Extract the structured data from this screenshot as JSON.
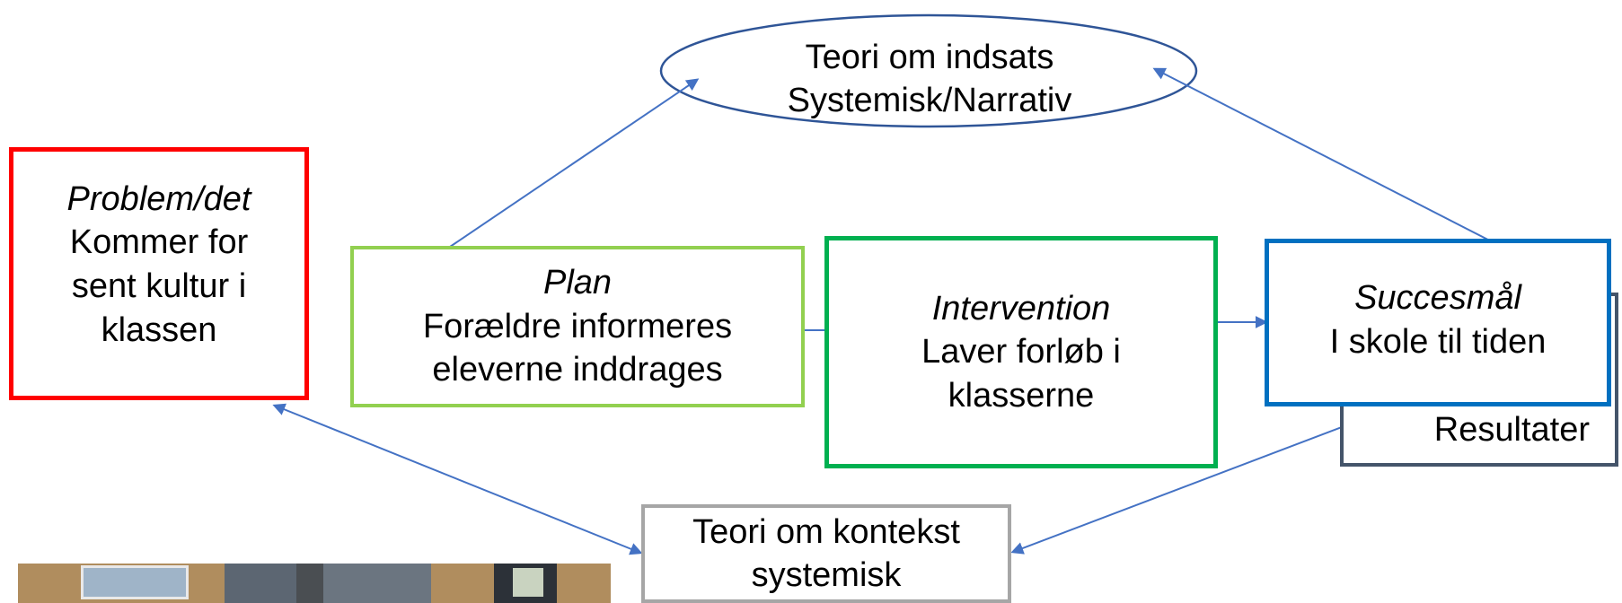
{
  "diagram": {
    "theory_intervention": {
      "line1": "Teori om indsats",
      "line2": "Systemisk/Narrativ"
    },
    "problem": {
      "heading": "Problem/det",
      "body_lines": [
        "Kommer for",
        "sent kultur i",
        "klassen"
      ]
    },
    "plan": {
      "heading": "Plan",
      "body_lines": [
        "Forældre informeres",
        "eleverne inddrages"
      ]
    },
    "intervention": {
      "heading": "Intervention",
      "body_lines": [
        "Laver forløb i",
        "klasserne"
      ]
    },
    "success_goal": {
      "heading": "Succesmål",
      "body_lines": [
        "I skole til tiden"
      ]
    },
    "results": {
      "label": "Resultater"
    },
    "theory_context": {
      "line1": "Teori om kontekst",
      "line2": "systemisk"
    }
  },
  "colors": {
    "problem_border": "#ff0000",
    "plan_border": "#92d050",
    "intervention_border": "#00b050",
    "success_border": "#0070c0",
    "results_border": "#44546a",
    "context_border": "#a6a6a6",
    "ellipse_border": "#2f5597",
    "arrow": "#4472c4"
  },
  "photo": {
    "description_icon": "building-photo"
  }
}
